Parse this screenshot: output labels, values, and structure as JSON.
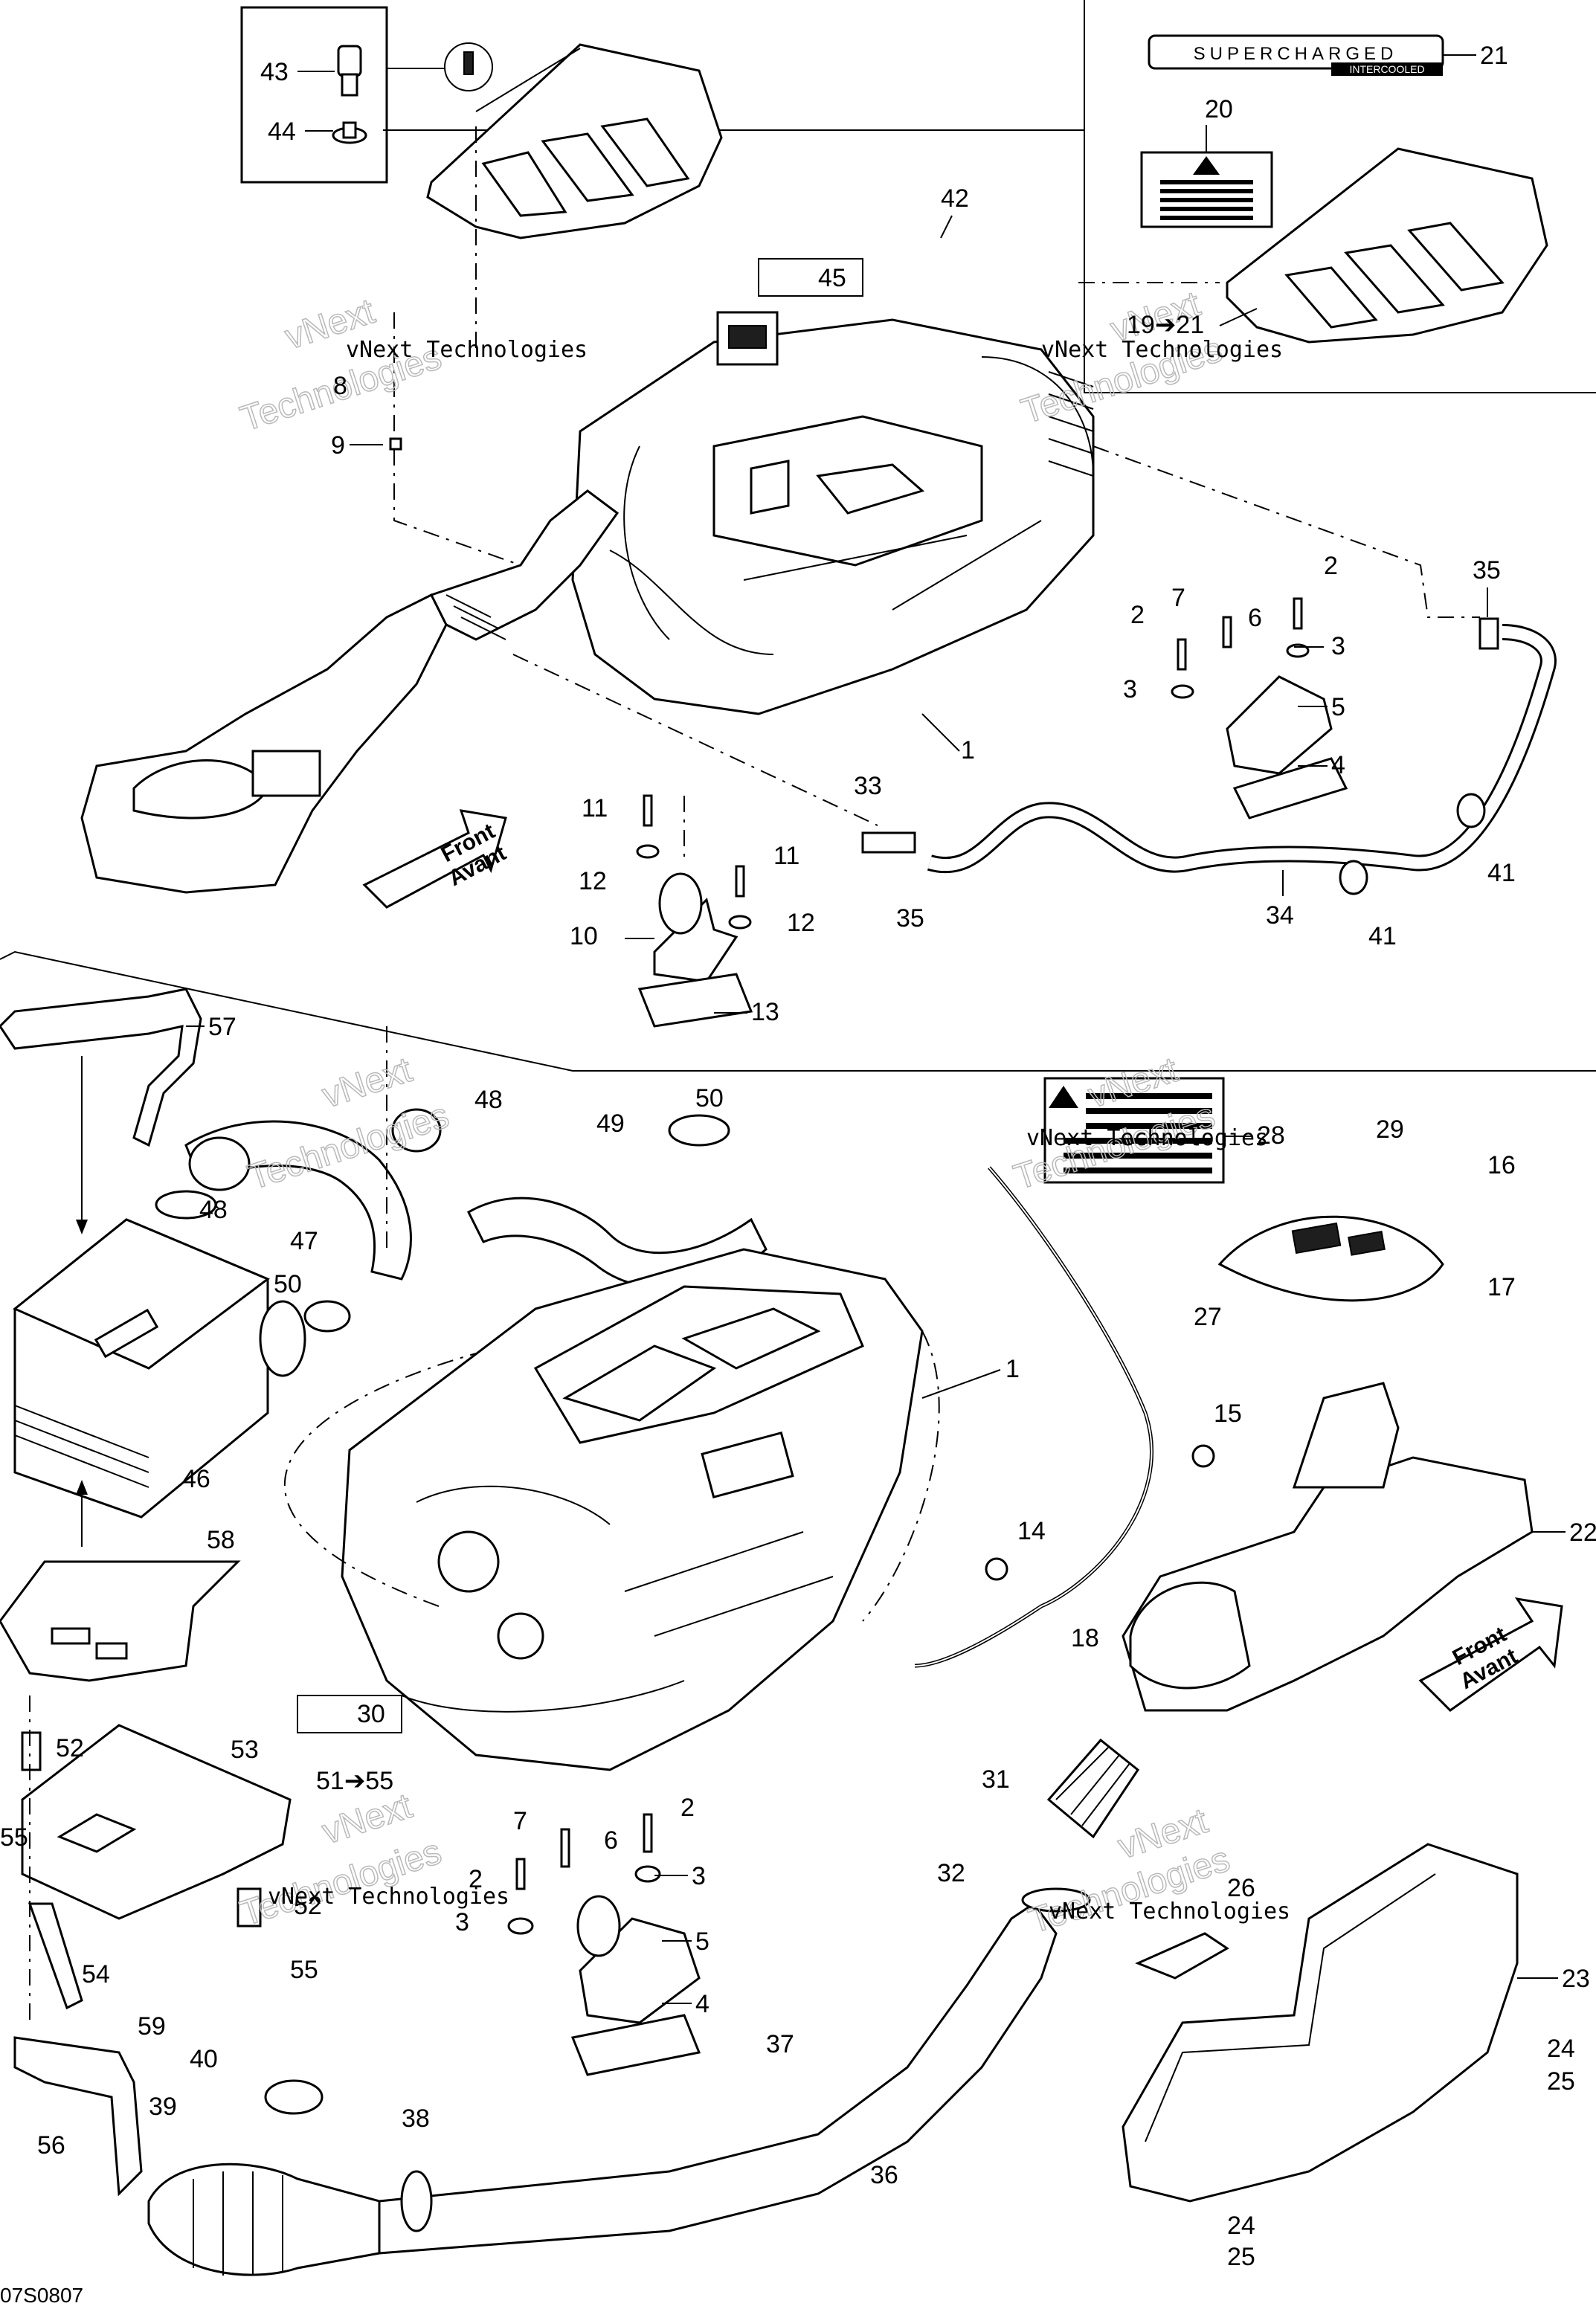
{
  "diagram": {
    "reference_code": "07S0807",
    "watermark_line": "vNext Technologies",
    "watermark_ghost": [
      "vNext",
      "Technologies"
    ],
    "direction_arrows": [
      {
        "label_en": "Front",
        "label_fr": "Avant"
      },
      {
        "label_en": "Front",
        "label_fr": "Avant"
      }
    ],
    "decals": {
      "supercharged_text": "SUPERCHARGED",
      "intercooled_text": "INTERCOOLED"
    },
    "callouts": {
      "c1a": "1",
      "c1b": "1",
      "c2a": "2",
      "c2b": "2",
      "c2c": "2",
      "c2d": "2",
      "c3a": "3",
      "c3b": "3",
      "c3c": "3",
      "c3d": "3",
      "c4a": "4",
      "c4b": "4",
      "c5a": "5",
      "c5b": "5",
      "c6a": "6",
      "c6b": "6",
      "c7a": "7",
      "c7b": "7",
      "c8": "8",
      "c9": "9",
      "c10": "10",
      "c11a": "11",
      "c11b": "11",
      "c12a": "12",
      "c12b": "12",
      "c13": "13",
      "c14": "14",
      "c15": "15",
      "c16": "16",
      "c17": "17",
      "c18": "18",
      "c19": "19➔21",
      "c20": "20",
      "c21": "21",
      "c22": "22",
      "c23": "23",
      "c24a": "24",
      "c24b": "24",
      "c25a": "25",
      "c25b": "25",
      "c26": "26",
      "c27": "27",
      "c28": "28",
      "c29": "29",
      "c30": "30",
      "c31": "31",
      "c32": "32",
      "c33": "33",
      "c34": "34",
      "c35a": "35",
      "c35b": "35",
      "c36": "36",
      "c37": "37",
      "c38": "38",
      "c39": "39",
      "c40": "40",
      "c41a": "41",
      "c41b": "41",
      "c42": "42",
      "c43": "43",
      "c44": "44",
      "c45": "45",
      "c46": "46",
      "c47": "47",
      "c48a": "48",
      "c48b": "48",
      "c49": "49",
      "c50a": "50",
      "c50b": "50",
      "c51": "51➔55",
      "c52a": "52",
      "c52b": "52",
      "c53": "53",
      "c54": "54",
      "c55a": "55",
      "c55b": "55",
      "c56": "56",
      "c57": "57",
      "c58": "58",
      "c59": "59"
    }
  }
}
